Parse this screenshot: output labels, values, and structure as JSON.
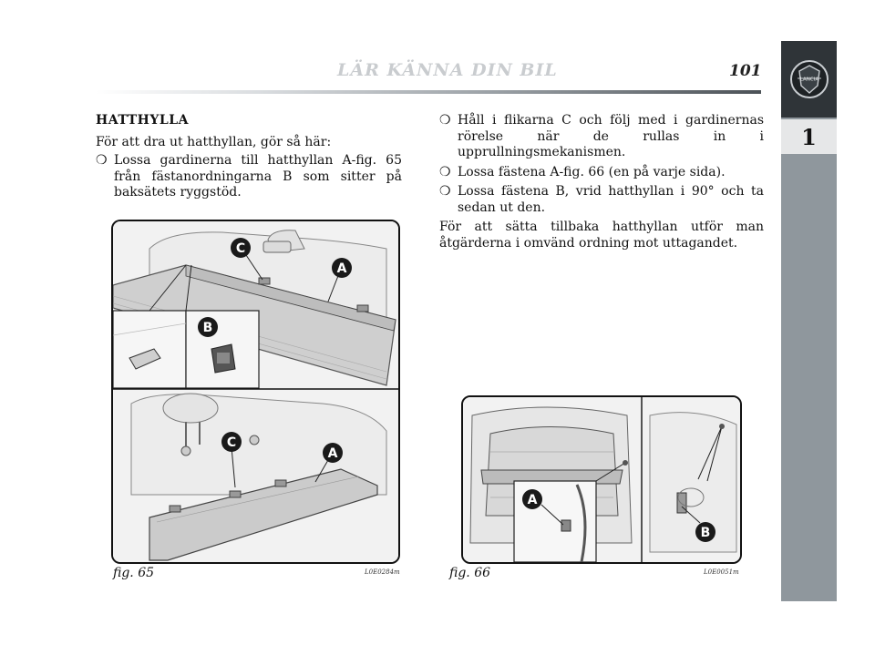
{
  "header": {
    "title": "LÄR KÄNNA DIN BIL",
    "page_number": "101"
  },
  "sidebar": {
    "logo_text": "LANCIA",
    "chapter": "1"
  },
  "left_column": {
    "heading": "HATTHYLLA",
    "intro": "För att dra ut hatthyllan, gör så här:",
    "bullet_mark": "❍",
    "bullets": [
      "Lossa gardinerna till hatthyllan A-fig. 65 från fästan­ordningarna B som sitter på baksätets ryggstöd."
    ]
  },
  "right_column": {
    "bullet_mark": "❍",
    "bullets": [
      "Håll i flikarna C och följ med i gardinernas rörelse när de rullas in i upprullningsmekanismen.",
      "Lossa fästena A-fig. 66 (en på varje sida).",
      "Lossa fästena B, vrid hatthyllan i 90° och ta sedan ut den."
    ],
    "outro": "För att sätta tillbaka hatthyllan utför man åtgärderna i omvänd ordning mot uttagandet."
  },
  "figures": {
    "fig65": {
      "caption": "fig. 65",
      "code": "L0E0284m",
      "label_a": "A",
      "label_b": "B",
      "label_c": "C"
    },
    "fig66": {
      "caption": "fig. 66",
      "code": "L0E0051m",
      "label_a": "A",
      "label_b": "B"
    }
  }
}
